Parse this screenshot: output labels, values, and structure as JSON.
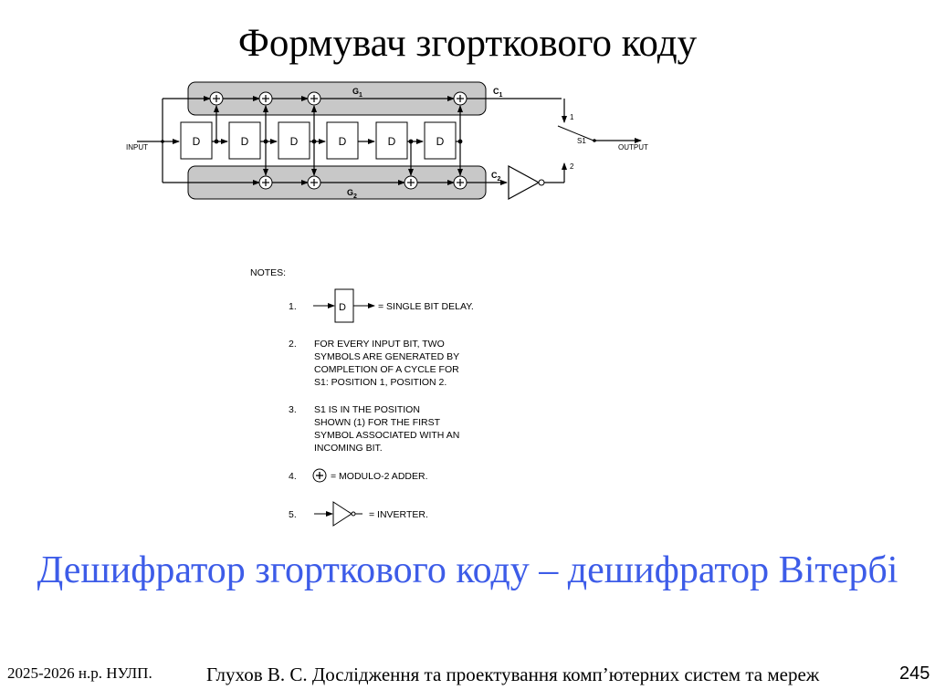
{
  "slide": {
    "title": "Формувач згорткового коду",
    "subtitle": "Дешифратор згорткового коду – дешифратор Вітербі",
    "footer": {
      "left": "2025-2026 н.р. НУЛП.",
      "center": "Глухов В. С. Дослідження та проектування комп’ютерних систем та мереж",
      "page_number": "245"
    },
    "accent_color": "#3d5ce8"
  },
  "diagram": {
    "input_label": "INPUT",
    "output_label": "OUTPUT",
    "g1_label": "G1",
    "g2_label": "G2",
    "c1_label": "C1",
    "c2_label": "C2",
    "switch_label": "S1",
    "switch_pos1": "1",
    "switch_pos2": "2",
    "delay_label": "D",
    "delay_count": 6,
    "g1_taps": [
      0,
      1,
      2,
      3,
      6
    ],
    "g2_taps": [
      0,
      2,
      3,
      5,
      6
    ],
    "notes": {
      "header": "NOTES:",
      "items": [
        {
          "num": "1.",
          "text": "= SINGLE BIT DELAY."
        },
        {
          "num": "2.",
          "lines": [
            "FOR EVERY INPUT BIT, TWO",
            "SYMBOLS ARE GENERATED BY",
            "COMPLETION OF A CYCLE FOR",
            "S1:  POSITION 1, POSITION 2."
          ]
        },
        {
          "num": "3.",
          "lines": [
            "S1 IS IN THE POSITION",
            "SHOWN (1) FOR THE FIRST",
            "SYMBOL ASSOCIATED WITH AN",
            "INCOMING BIT."
          ]
        },
        {
          "num": "4.",
          "text": "=  MODULO-2 ADDER."
        },
        {
          "num": "5.",
          "text": "=  INVERTER."
        }
      ]
    }
  }
}
